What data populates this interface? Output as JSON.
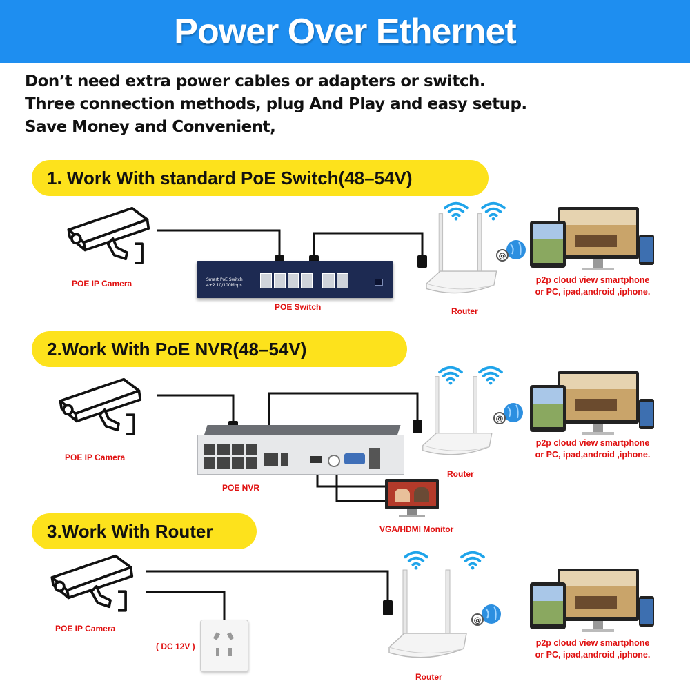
{
  "header": {
    "title": "Power Over Ethernet"
  },
  "intro": [
    "Don’t need extra power cables or adapters or switch.",
    "Three connection methods, plug And Play and easy setup.",
    "Save Money and Convenient,"
  ],
  "sections": [
    {
      "heading": "1. Work With standard PoE Switch(48–54V)",
      "camera_label": "POE IP Camera",
      "device_label": "POE Switch",
      "switch_text": "Smart PoE Switch",
      "switch_subtext": "4+2 10/100Mbps",
      "router_label": "Router",
      "p2p_line1": "p2p cloud view smartphone",
      "p2p_line2": "or PC, ipad,android ,iphone."
    },
    {
      "heading": "2.Work With PoE NVR(48–54V)",
      "camera_label": "POE IP Camera",
      "device_label": "POE NVR",
      "monitor_label": "VGA/HDMI Monitor",
      "router_label": "Router",
      "p2p_line1": "p2p cloud view smartphone",
      "p2p_line2": "or PC, ipad,android ,iphone."
    },
    {
      "heading": "3.Work With Router",
      "camera_label": "POE IP Camera",
      "dc_label": "( DC 12V )",
      "router_label": "Router",
      "p2p_line1": "p2p cloud view smartphone",
      "p2p_line2": "or PC, ipad,android ,iphone."
    }
  ],
  "colors": {
    "header_bg": "#1e8ef0",
    "pill_bg": "#fde21c",
    "label_red": "#e01010",
    "wifi_blue": "#1fa4ea"
  }
}
